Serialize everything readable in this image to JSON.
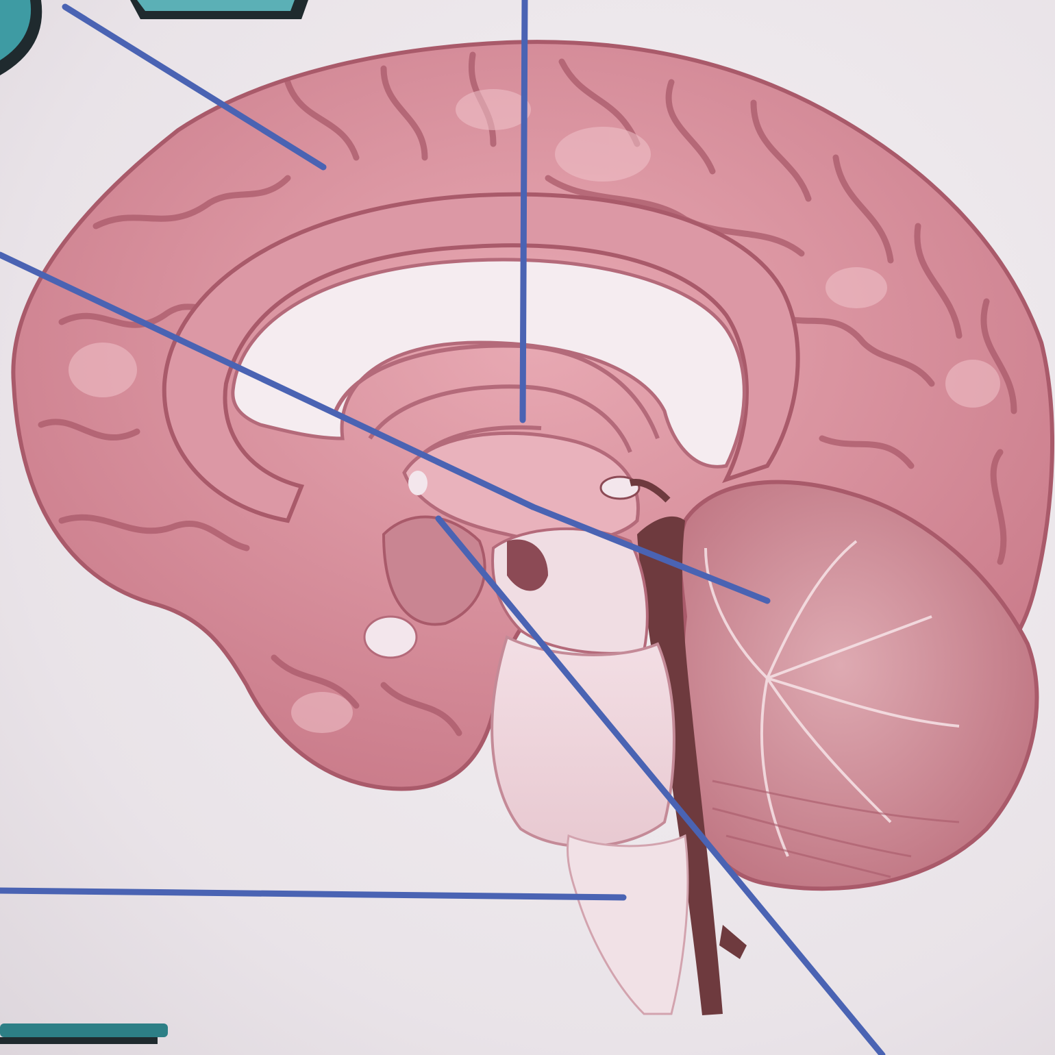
{
  "diagram": {
    "subject": "brain-sagittal-section",
    "labels": [],
    "colors": {
      "background": "#ede7eb",
      "cortex": "#d9909c",
      "cortex_dark": "#a95a6a",
      "cortex_light": "#efbcc4",
      "white_matter": "#f3e6ec",
      "brainstem": "#efd6dd",
      "cerebellum": "#d2909a",
      "ventricle": "#6e3a3e",
      "leader_line": "#4a63b3",
      "tab_teal": "#3e9ba3",
      "tab_dark": "#1f2a2e"
    },
    "leader_lines": [
      {
        "id": "leader-line-1"
      },
      {
        "id": "leader-line-2"
      },
      {
        "id": "leader-line-3"
      },
      {
        "id": "leader-line-4"
      },
      {
        "id": "leader-line-5"
      },
      {
        "id": "leader-line-6"
      }
    ]
  }
}
